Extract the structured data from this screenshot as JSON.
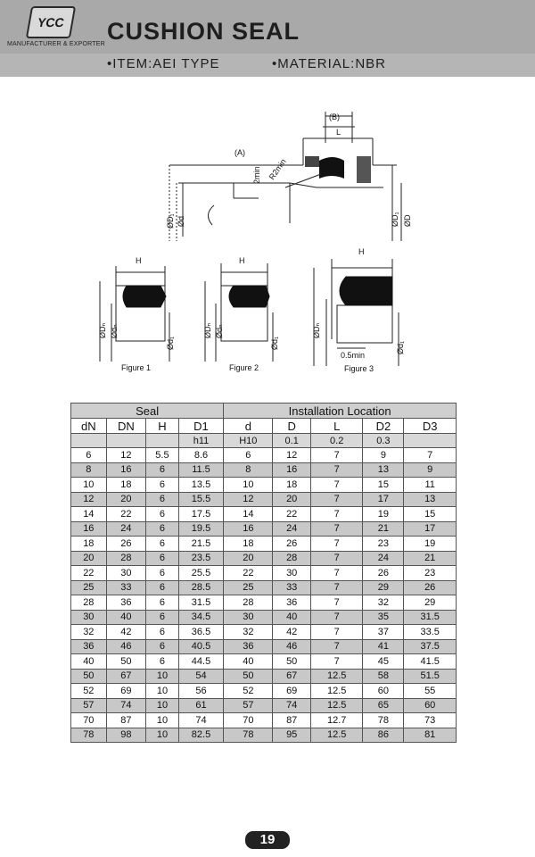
{
  "header": {
    "logo_text": "YCC",
    "manufacturer": "MANUFACTURER & EXPORTER",
    "title": "CUSHION  SEAL",
    "item": "•ITEM:AEI TYPE",
    "material": "•MATERIAL:NBR"
  },
  "drawing": {
    "label_a": "(A)",
    "label_b": "(B)",
    "label_l": "L",
    "dim_2min": "2min",
    "dim_r2min": "R2min",
    "dim_d1": "ØD₁",
    "dim_d": "Ød",
    "dim_d1_right": "ØD₁",
    "dim_D_right": "ØD",
    "fig_h": "H",
    "fig_dn": "ØDₙ",
    "fig_dN": "Ødₙ",
    "fig_d1": "Ød₁",
    "min_05": "0.5min",
    "fig1": "Figure 1",
    "fig2": "Figure 2",
    "fig3": "Figure 3"
  },
  "table": {
    "group_seal": "Seal",
    "group_install": "Installation Location",
    "columns": [
      "dN",
      "DN",
      "H",
      "D1",
      "d",
      "D",
      "L",
      "D2",
      "D3"
    ],
    "tolerances": [
      "",
      "",
      "",
      "h11",
      "H10",
      "0.1",
      "0.2",
      "0.3",
      ""
    ],
    "rows": [
      [
        "6",
        "12",
        "5.5",
        "8.6",
        "6",
        "12",
        "7",
        "9",
        "7"
      ],
      [
        "8",
        "16",
        "6",
        "11.5",
        "8",
        "16",
        "7",
        "13",
        "9"
      ],
      [
        "10",
        "18",
        "6",
        "13.5",
        "10",
        "18",
        "7",
        "15",
        "11"
      ],
      [
        "12",
        "20",
        "6",
        "15.5",
        "12",
        "20",
        "7",
        "17",
        "13"
      ],
      [
        "14",
        "22",
        "6",
        "17.5",
        "14",
        "22",
        "7",
        "19",
        "15"
      ],
      [
        "16",
        "24",
        "6",
        "19.5",
        "16",
        "24",
        "7",
        "21",
        "17"
      ],
      [
        "18",
        "26",
        "6",
        "21.5",
        "18",
        "26",
        "7",
        "23",
        "19"
      ],
      [
        "20",
        "28",
        "6",
        "23.5",
        "20",
        "28",
        "7",
        "24",
        "21"
      ],
      [
        "22",
        "30",
        "6",
        "25.5",
        "22",
        "30",
        "7",
        "26",
        "23"
      ],
      [
        "25",
        "33",
        "6",
        "28.5",
        "25",
        "33",
        "7",
        "29",
        "26"
      ],
      [
        "28",
        "36",
        "6",
        "31.5",
        "28",
        "36",
        "7",
        "32",
        "29"
      ],
      [
        "30",
        "40",
        "6",
        "34.5",
        "30",
        "40",
        "7",
        "35",
        "31.5"
      ],
      [
        "32",
        "42",
        "6",
        "36.5",
        "32",
        "42",
        "7",
        "37",
        "33.5"
      ],
      [
        "36",
        "46",
        "6",
        "40.5",
        "36",
        "46",
        "7",
        "41",
        "37.5"
      ],
      [
        "40",
        "50",
        "6",
        "44.5",
        "40",
        "50",
        "7",
        "45",
        "41.5"
      ],
      [
        "50",
        "67",
        "10",
        "54",
        "50",
        "67",
        "12.5",
        "58",
        "51.5"
      ],
      [
        "52",
        "69",
        "10",
        "56",
        "52",
        "69",
        "12.5",
        "60",
        "55"
      ],
      [
        "57",
        "74",
        "10",
        "61",
        "57",
        "74",
        "12.5",
        "65",
        "60"
      ],
      [
        "70",
        "87",
        "10",
        "74",
        "70",
        "87",
        "12.7",
        "78",
        "73"
      ],
      [
        "78",
        "98",
        "10",
        "82.5",
        "78",
        "95",
        "12.5",
        "86",
        "81"
      ]
    ]
  },
  "page_number": "19"
}
